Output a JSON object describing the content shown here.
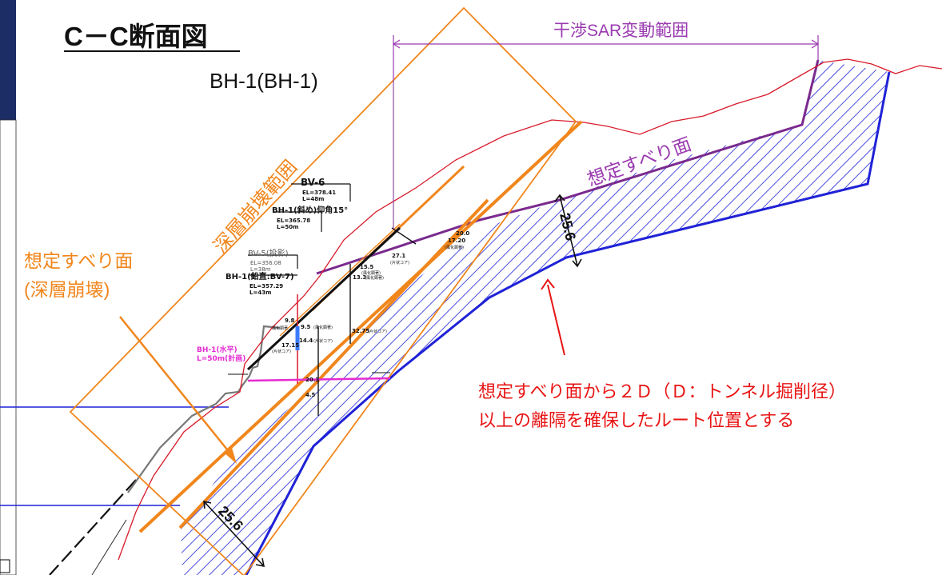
{
  "title": "C－C断面図",
  "borehole_heading": "BH-1(BH-1)",
  "interference_range_label": "干渉SAR変動範囲",
  "deep_collapse_range_label": "深層崩壊範囲",
  "assumed_slip_surface_label": "想定すべり面",
  "assumed_slip_surface_deep_line1": "想定すべり面",
  "assumed_slip_surface_deep_line2": "(深層崩壊)",
  "note_line1": "想定すべり面から２Ｄ（Ｄ：トンネル掘削径）",
  "note_line2": "以上の離隔を確保したルート位置とする",
  "dimension_upper": "25.6",
  "dimension_lower": "25.6",
  "colors": {
    "orange": "#f0861c",
    "blue": "#1f22d6",
    "purple": "#9a3ab0",
    "red": "#e81414",
    "terrain": "#d81a2a",
    "navy": "#1c2c64",
    "magenta": "#e62ad2"
  },
  "borehole_labels": [
    {
      "name": "bv6",
      "lines": [
        "BV-6",
        "EL=378.41",
        "L=48m"
      ]
    },
    {
      "name": "bh1-incl",
      "lines": [
        "BH-1(斜め)仰角15°",
        "EL=365.78",
        "L=50m"
      ]
    },
    {
      "name": "bv5",
      "lines": [
        "BV-5(投影)",
        "EL=356.08",
        "L=38m"
      ]
    },
    {
      "name": "bh1-vert",
      "lines": [
        "BH-1(鉛直:BV-7)",
        "EL=357.29",
        "L=43m"
      ]
    },
    {
      "name": "bh1-horiz",
      "lines": [
        "BH-1(水平)",
        "L=50m(計画)"
      ]
    }
  ],
  "depth_labels": [
    {
      "name": "d-27-1",
      "text": "27.1",
      "sub": "(片状コア)"
    },
    {
      "name": "d-15-5",
      "text": "15.5",
      "sub": "(風化顕著)"
    },
    {
      "name": "d-13-3",
      "text": "13.3",
      "sub": "(風化顕著)"
    },
    {
      "name": "d-20-0",
      "text": "20.0",
      "sub": ""
    },
    {
      "name": "d-17-20",
      "text": "17.20",
      "sub": "(風化顕著)"
    },
    {
      "name": "d-9-5",
      "text": "9.5",
      "sub": "(風化顕著)"
    },
    {
      "name": "d-9-8",
      "text": "9.8",
      "sub": "風化顕著"
    },
    {
      "name": "d-17-15",
      "text": "17.15",
      "sub": "(片状コア)"
    },
    {
      "name": "d-14-4",
      "text": "14.4",
      "sub": "(片状コア)"
    },
    {
      "name": "d-32-75",
      "text": "32.75",
      "sub": "(片状コア)"
    },
    {
      "name": "d-20-3",
      "text": "20.3",
      "sub": ""
    },
    {
      "name": "d-4-5",
      "text": "4.5",
      "sub": ""
    }
  ]
}
